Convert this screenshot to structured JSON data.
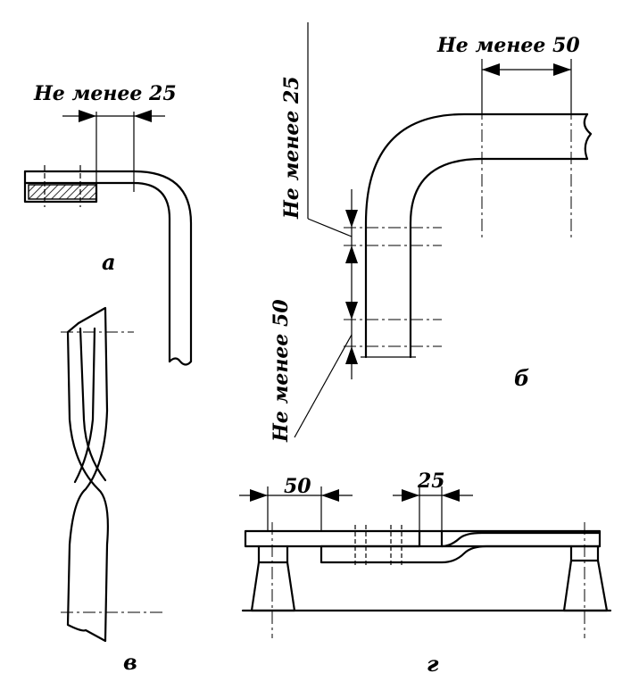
{
  "labels": {
    "a": {
      "caption": "а",
      "dimension": "Не менее 25"
    },
    "b": {
      "caption": "б",
      "dimension_top": "Не менее 50",
      "dimension_vertical_1": "Не менее 25",
      "dimension_vertical_2": "Не менее 50"
    },
    "v": {
      "caption": "в"
    },
    "g": {
      "caption": "г",
      "dimension_left": "50",
      "dimension_right": "25"
    }
  }
}
